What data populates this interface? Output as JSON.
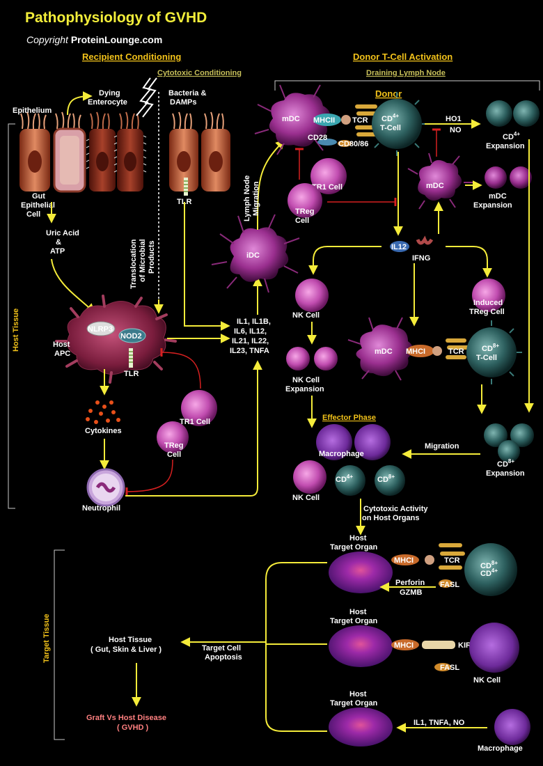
{
  "title": "Pathophysiology of GVHD",
  "copyright": {
    "label": "Copyright",
    "owner": "ProteinLounge.com"
  },
  "sections": {
    "recipient_conditioning": "Recipient Conditioning",
    "donor_activation": "Donor T-Cell Activation",
    "cytotoxic_conditioning": "Cytotoxic Conditioning",
    "draining_lymph_node": "Draining Lymph Node",
    "host_tissue": "Host Tissue",
    "target_tissue": "Target Tissue"
  },
  "labels": {
    "epithelium": "Epithelium",
    "dying_enterocyte": [
      "Dying",
      "Enterocyte"
    ],
    "bacteria_damps": [
      "Bacteria &",
      "DAMPs"
    ],
    "tlr": "TLR",
    "gut_epithelial_cell": [
      "Gut",
      "Epithelial",
      "Cell"
    ],
    "translocation": [
      "Translocation",
      "of Microbial",
      "Products"
    ],
    "uric_acid_atp": [
      "Uric Acid",
      "&",
      "ATP"
    ],
    "nlrp3": "NLRP3",
    "nod2": "NOD2",
    "host_apc": [
      "Host",
      "APC"
    ],
    "cytokines": "Cytokines",
    "neutrophil": "Neutrophil",
    "tr1_cell": "TR1 Cell",
    "treg_cell": [
      "TReg",
      "Cell"
    ],
    "cytokine_list": [
      "IL1, IL1B,",
      "IL6, IL12,",
      "IL21, IL22,",
      "IL23, TNFA"
    ],
    "idc": "iDC",
    "lymph_node_migration": [
      "Lymph Node",
      "Migration"
    ],
    "donor": "Donor",
    "mdc": "mDC",
    "mhcii": "MHCII",
    "tcr": "TCR",
    "cd4_t_cell": [
      "CD",
      "4+",
      "T-Cell"
    ],
    "cd28": "CD28",
    "cd80_86": "CD80/86",
    "ho1": "HO1",
    "no": "NO",
    "cd4_expansion": [
      "CD",
      "4+",
      "Expansion"
    ],
    "mdc_expansion": [
      "mDC",
      "Expansion"
    ],
    "il12": "IL12",
    "ifng": "IFNG",
    "nk_cell": "NK Cell",
    "induced_treg": [
      "Induced",
      "TReg Cell"
    ],
    "nk_cell_expansion": [
      "NK Cell",
      "Expansion"
    ],
    "mhci": "MHCI",
    "cd8_t_cell": [
      "CD",
      "8+",
      "T-Cell"
    ],
    "cd8_expansion": [
      "CD",
      "8+",
      "Expansion"
    ],
    "migration": "Migration",
    "effector_phase": "Effector Phase",
    "macrophage": "Macrophage",
    "cd4_effector": [
      "CD",
      "4+"
    ],
    "cd8_effector": [
      "CD",
      "8+"
    ],
    "cytotoxic_activity": [
      "Cytotoxic Activity",
      "on Host Organs"
    ],
    "host_target_organ": [
      "Host",
      "Target Organ"
    ],
    "cd8_cd4": [
      "CD",
      "8+",
      "CD",
      "4+"
    ],
    "fasl": "FASL",
    "perforin_gzmb": [
      "Perforin",
      "GZMB"
    ],
    "kir": "KIR",
    "macrophage_mediators": "IL1, TNFA, NO",
    "target_cell_apoptosis": [
      "Target Cell",
      "Apoptosis"
    ],
    "host_tissue_organs": [
      "Host Tissue",
      "( Gut, Skin & Liver )"
    ],
    "gvhd": [
      "Graft Vs Host Disease",
      "( GVHD )"
    ]
  },
  "colors": {
    "background": "#000000",
    "title": "#f3ee3a",
    "section_heading": "#f2c21a",
    "arrow": "#f5ec3a",
    "inhibition": "#d62020",
    "gvhd_text": "#ff8080"
  }
}
